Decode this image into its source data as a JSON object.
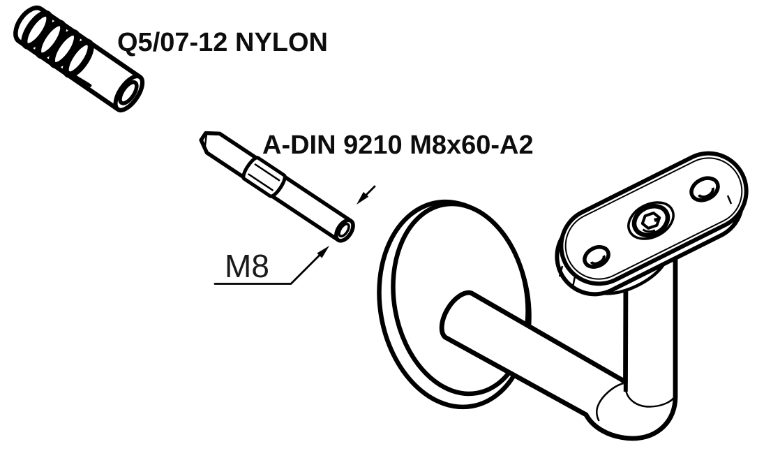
{
  "diagram": {
    "type": "technical-parts-drawing",
    "background_color": "#ffffff",
    "line_color": "#000000",
    "labels": {
      "anchor": "Q5/07-12 NYLON",
      "stud": "A-DIN 9210 M8x60-A2",
      "thread_dimension": "M8"
    },
    "parts": [
      {
        "id": "nylon-wall-anchor",
        "label": "Q5/07-12 NYLON"
      },
      {
        "id": "threaded-stud",
        "label": "A-DIN 9210 M8x60-A2"
      },
      {
        "id": "handrail-bracket"
      }
    ]
  }
}
